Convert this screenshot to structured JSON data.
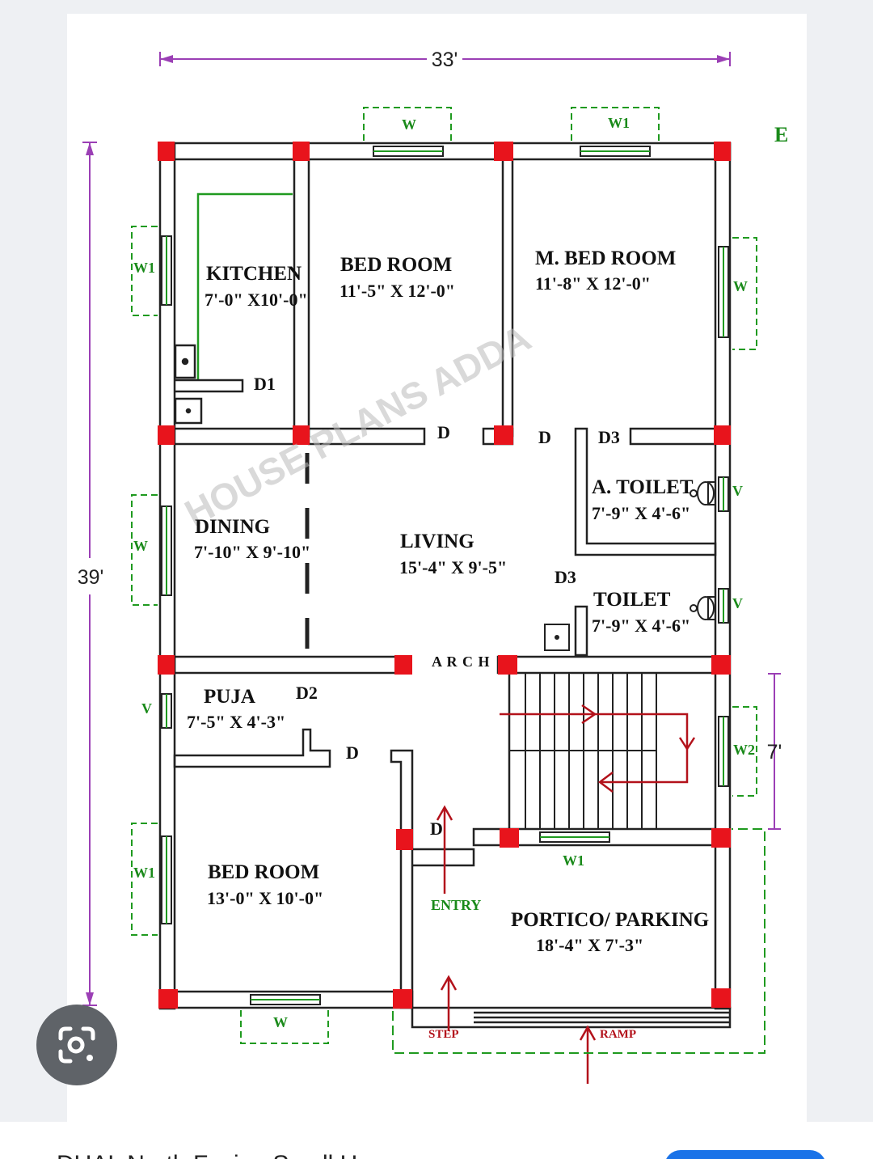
{
  "plan": {
    "width_label": "33'",
    "height_label": "39'",
    "stair_label": "7'",
    "corner_label": "E",
    "watermark": "HOUSE PLANS ADDA",
    "rooms": [
      {
        "name": "KITCHEN",
        "size": "7'-0\" X10'-0\""
      },
      {
        "name": "BED ROOM",
        "size": "11'-5\" X 12'-0\""
      },
      {
        "name": "M. BED ROOM",
        "size": "11'-8\" X 12'-0\""
      },
      {
        "name": "A. TOILET",
        "size": "7'-9\" X 4'-6\""
      },
      {
        "name": "DINING",
        "size": "7'-10\" X 9'-10\""
      },
      {
        "name": "LIVING",
        "size": "15'-4\" X 9'-5\""
      },
      {
        "name": "TOILET",
        "size": "7'-9\" X 4'-6\""
      },
      {
        "name": "PUJA",
        "size": "7'-5\" X 4'-3\""
      },
      {
        "name": "BED ROOM",
        "size": "13'-0\" X 10'-0\""
      },
      {
        "name": "PORTICO/ PARKING",
        "size": "18'-4\" X 7'-3\""
      }
    ],
    "windows": [
      "W",
      "W1",
      "W1",
      "W",
      "W",
      "V",
      "V",
      "V",
      "W2",
      "W1",
      "W1",
      "W"
    ],
    "doors": [
      "D1",
      "D",
      "D",
      "D3",
      "D3",
      "D2",
      "D",
      "D"
    ],
    "arch": "A R C H",
    "entry": "ENTRY",
    "step": "STEP",
    "ramp": "RAMP"
  },
  "colors": {
    "wall": "#222222",
    "column": "#e8141c",
    "window": "#1f9a1f",
    "stair_arrow": "#b3121b",
    "dimension": "#9b3fb5"
  },
  "bottom": {
    "title": "DUAL North Facing Small Ho..."
  }
}
